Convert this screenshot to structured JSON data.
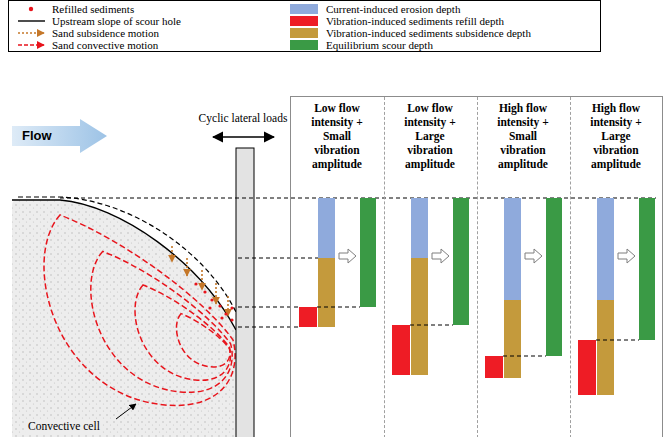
{
  "diagram": {
    "nodes": [
      {
        "text": [
          "Flow"
        ]
      },
      {
        "text": [
          "Low flow intensity + Small vibration amplitude",
          "Low flow intensity + Large vibration amplitude",
          "High flow intensity + Small vibration amplitude",
          "High flow intensity + Large vibration amplitude"
        ]
      }
    ],
    "labels": [
      "Cyclic lateral loads",
      "Convective cell"
    ],
    "legend": [
      {
        "text": "Refilled sediments"
      },
      {
        "text": "Upstream slope of scour hole"
      },
      {
        "text": "Sand subsidence motion"
      },
      {
        "text": "Sand convective motion"
      },
      {
        "text": "Current-induced erosion depth",
        "color": "#8faadc"
      },
      {
        "text": "Vibration-induced sediments refill depth",
        "color": "#ee1c25"
      },
      {
        "text": "Vibration-induced sediments subsidence depth",
        "color": "#c49a3c"
      },
      {
        "text": "Equilibrium scour depth",
        "color": "#3a9a45"
      }
    ]
  }
}
